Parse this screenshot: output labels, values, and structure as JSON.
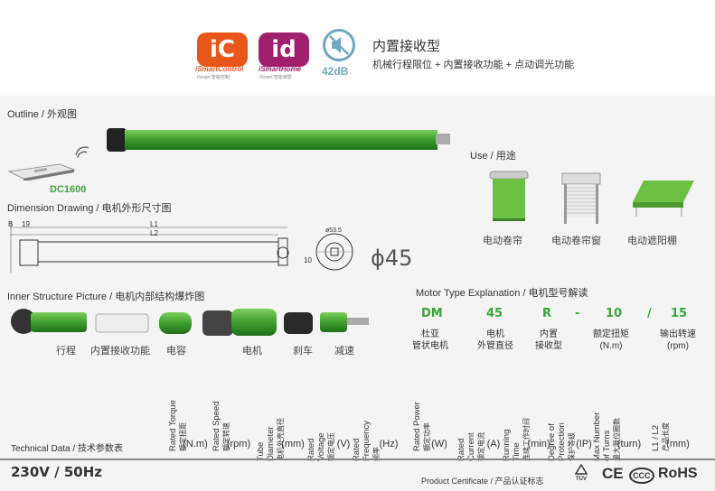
{
  "header": {
    "logo1": {
      "letters": "iC",
      "caption": "iSmartControl",
      "sub": "iSmart 智能控制",
      "color": "#e8561a"
    },
    "logo2": {
      "letters": "id",
      "caption": "iSmartHome",
      "sub": "iSmart 智能家居",
      "color": "#a0206e"
    },
    "noise": {
      "value": "42dB",
      "icon": "mute-speaker-icon",
      "color": "#6fa7c0"
    },
    "title": "内置接收型",
    "subtitle": "机械行程限位 + 内置接收功能 + 点动调光功能"
  },
  "outline": {
    "title": "Outline / 外观图",
    "remote_label": "DC1600"
  },
  "dimension": {
    "title": "Dimension Drawing / 电机外形尺寸图",
    "B": "B",
    "n19": "19",
    "L1": "L1",
    "L2": "L2",
    "phi_small": "ø53.5",
    "n10": "10",
    "diameter": "ϕ45"
  },
  "use": {
    "title": "Use / 用途",
    "items": [
      "电动卷帘",
      "电动卷帘窗",
      "电动遮阳棚"
    ]
  },
  "structure": {
    "title": "Inner Structure Picture / 电机内部结构爆炸图",
    "labels": [
      "行程",
      "内置接收功能",
      "电容",
      "电机",
      "刹车",
      "减速"
    ]
  },
  "motor_type": {
    "title": "Motor Type Explanation / 电机型号解读",
    "codes": [
      "DM",
      "45",
      "R",
      "-",
      "10",
      "/",
      "15"
    ],
    "descs": [
      "杜亚\n管状电机",
      "电机\n外管直径",
      "内置\n接收型",
      "额定扭矩\n(N.m)",
      "输出转速\n(rpm)"
    ]
  },
  "tech": {
    "label": "Technical Data / 技术参数表",
    "columns": [
      {
        "en": "Rated Torque",
        "cn": "额定扭距",
        "unit": "(N.m)"
      },
      {
        "en": "Rated Speed",
        "cn": "额定转速",
        "unit": "(rpm)"
      },
      {
        "en": "Tube Diameter",
        "cn": "电机外壳直径",
        "unit": "(mm)"
      },
      {
        "en": "Rated Voltage",
        "cn": "额定电压",
        "unit": "(V)"
      },
      {
        "en": "Rated Frequency",
        "cn": "频率",
        "unit": "(Hz)"
      },
      {
        "en": "Rated Power",
        "cn": "额定功率",
        "unit": "(W)"
      },
      {
        "en": "Rated Current",
        "cn": "额定电流",
        "unit": "(A)"
      },
      {
        "en": "Running Time",
        "cn": "连续工作时间",
        "unit": "(min)"
      },
      {
        "en": "Degree of Protection",
        "cn": "保护等级",
        "unit": "(IP)"
      },
      {
        "en": "Max Number of Turns",
        "cn": "最大限位圈数",
        "unit": "(turn)"
      },
      {
        "en": "L1 / L2",
        "cn": "产品长度",
        "unit": "(mm)"
      }
    ]
  },
  "footer": {
    "power": "230V / 50Hz",
    "cert_label": "Product Certificate / 产品认证标志",
    "certs": [
      "TÜV",
      "CE",
      "CCC",
      "RoHS"
    ]
  },
  "colors": {
    "green": "#3ba33b",
    "motor_green": "#3f9f2f",
    "panel": "#f4f4f4"
  }
}
